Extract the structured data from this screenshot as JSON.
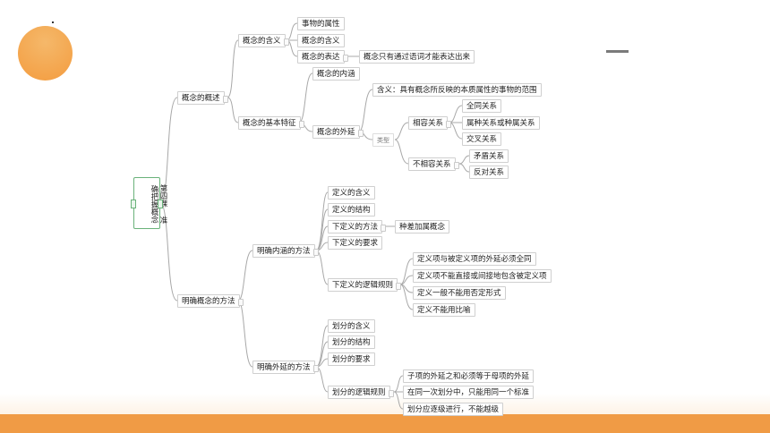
{
  "root": {
    "label": "第四课 准确把握概念"
  },
  "l1_overview": "概念的概述",
  "l1_methods": "明确概念的方法",
  "meaning": {
    "label": "概念的含义",
    "c1": "事物的属性",
    "c2": "概念的含义",
    "c3": "概念的表达",
    "c3_note": "概念只有通过语词才能表达出来"
  },
  "features": {
    "label": "概念的基本特征",
    "connotation": "概念的内涵",
    "extension": "概念的外延",
    "ext_meaning": "含义：具有概念所反映的本质属性的事物的范围",
    "type_label": "类型",
    "compatible": "相容关系",
    "comp_1": "全同关系",
    "comp_2": "属种关系或种属关系",
    "comp_3": "交叉关系",
    "incompatible": "不相容关系",
    "incomp_1": "矛盾关系",
    "incomp_2": "反对关系"
  },
  "intension_method": {
    "label": "明确内涵的方法",
    "d1": "定义的含义",
    "d2": "定义的结构",
    "d3": "下定义的方法",
    "d3_note": "种差加属概念",
    "d4": "下定义的要求",
    "d5": "下定义的逻辑规则",
    "r1": "定义项与被定义项的外延必须全同",
    "r2": "定义项不能直接或间接地包含被定义项",
    "r3": "定义一般不能用否定形式",
    "r4": "定义不能用比喻"
  },
  "extension_method": {
    "label": "明确外延的方法",
    "p1": "划分的含义",
    "p2": "划分的结构",
    "p3": "划分的要求",
    "p4": "划分的逻辑规则",
    "q1": "子项的外延之和必须等于母项的外延",
    "q2": "在同一次划分中，只能用同一个标准",
    "q3": "划分应逐级进行，不能越级"
  },
  "colors": {
    "accent": "#f09b45",
    "connector": "#a8a8a8",
    "root_border": "#6ab27a"
  }
}
